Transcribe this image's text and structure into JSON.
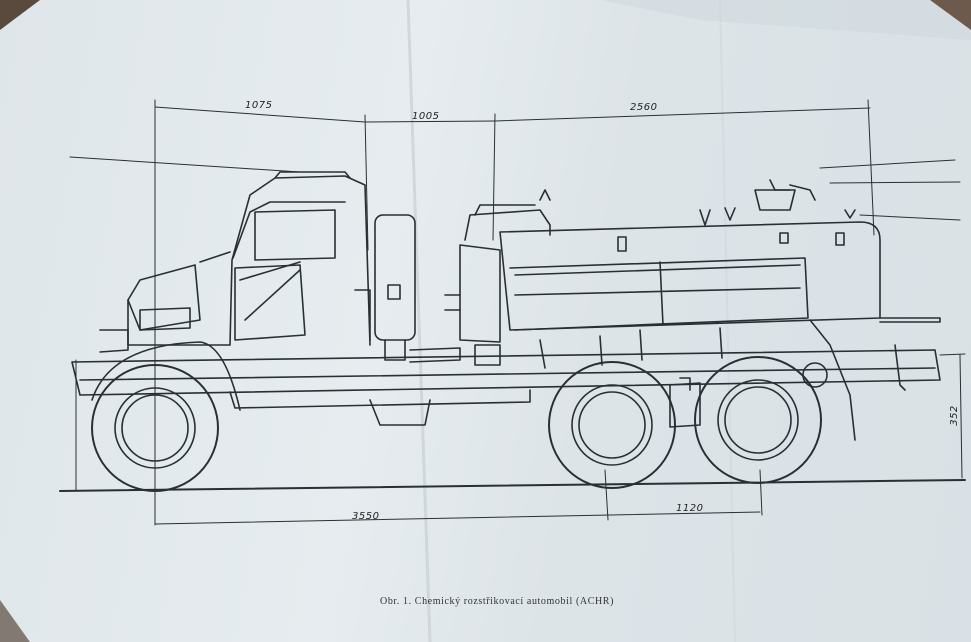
{
  "dimensions": {
    "top_left": "1075",
    "top_mid": "1005",
    "top_right": "2560",
    "bottom_wheelbase": "3550",
    "bottom_axles": "1120",
    "right_height": "352"
  },
  "caption": "Obr. 1. Chemický rozstřikovací automobil (ACHR)",
  "colors": {
    "paper": "#e3e9ec",
    "ink": "#2a2f33",
    "background": "#6e5a4c"
  }
}
